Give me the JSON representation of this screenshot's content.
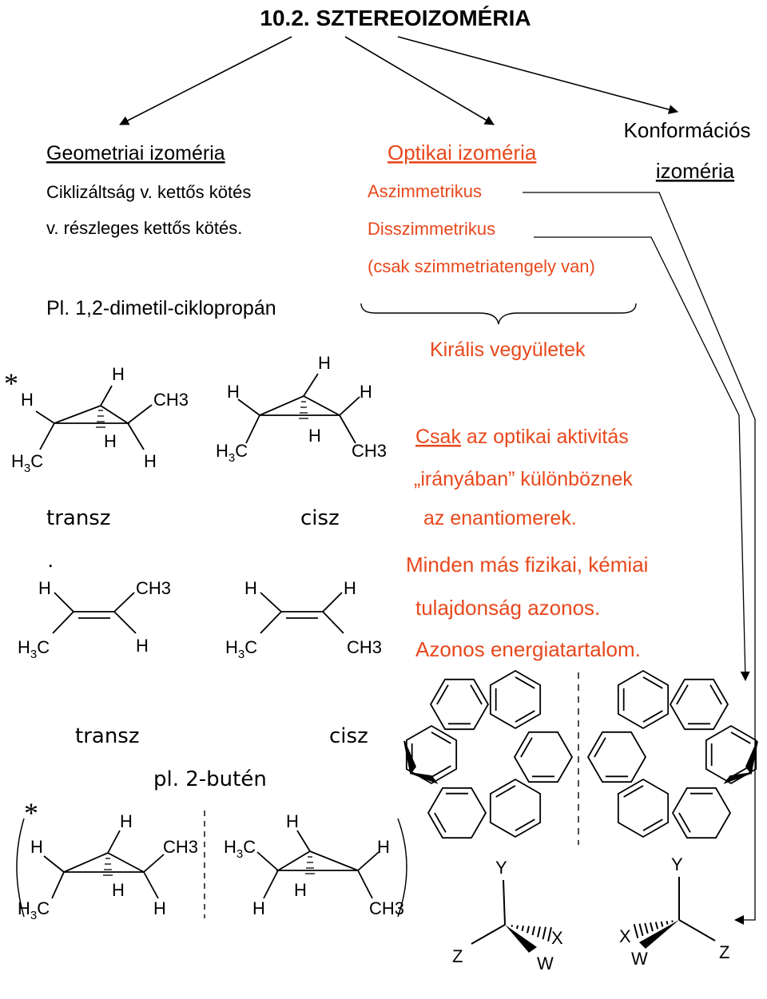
{
  "title": "10.2. SZTEREOIZOMÉRIA",
  "colors": {
    "accent": "#e8481c",
    "ink": "#000000"
  },
  "branches": {
    "geometric": {
      "heading": "Geometriai izoméria",
      "line1": "Ciklizáltság v. kettős kötés",
      "line2": "v. részleges kettős kötés.",
      "example": "Pl. 1,2-dimetil-ciklopropán"
    },
    "optical": {
      "heading": "Optikai izoméria",
      "asym": "Aszimmetrikus",
      "dissym": "Disszimmetrikus",
      "note": "(csak szimmetriatengely van)",
      "chiral": "Királis vegyületek",
      "desc1_u": "Csak",
      "desc1_rest": " az optikai aktivitás",
      "desc2": "„irányában” különböznek",
      "desc3": "az enantiomerek.",
      "desc4": "Minden más fizikai, kémiai",
      "desc5": "tulajdonság azonos.",
      "desc6": "Azonos energiatartalom."
    },
    "conformational": {
      "line1": "Konformációs",
      "line2": "izoméria"
    }
  },
  "labels": {
    "transz": "transz",
    "cisz": "cisz",
    "butene": "pl. 2-butén",
    "star": "*",
    "dot": ".",
    "H": "H",
    "H3C": "H3C",
    "CH3": "CH3",
    "H3": "H",
    "three": "3",
    "X": "X",
    "Y": "Y",
    "Z": "Z",
    "W": "W"
  }
}
